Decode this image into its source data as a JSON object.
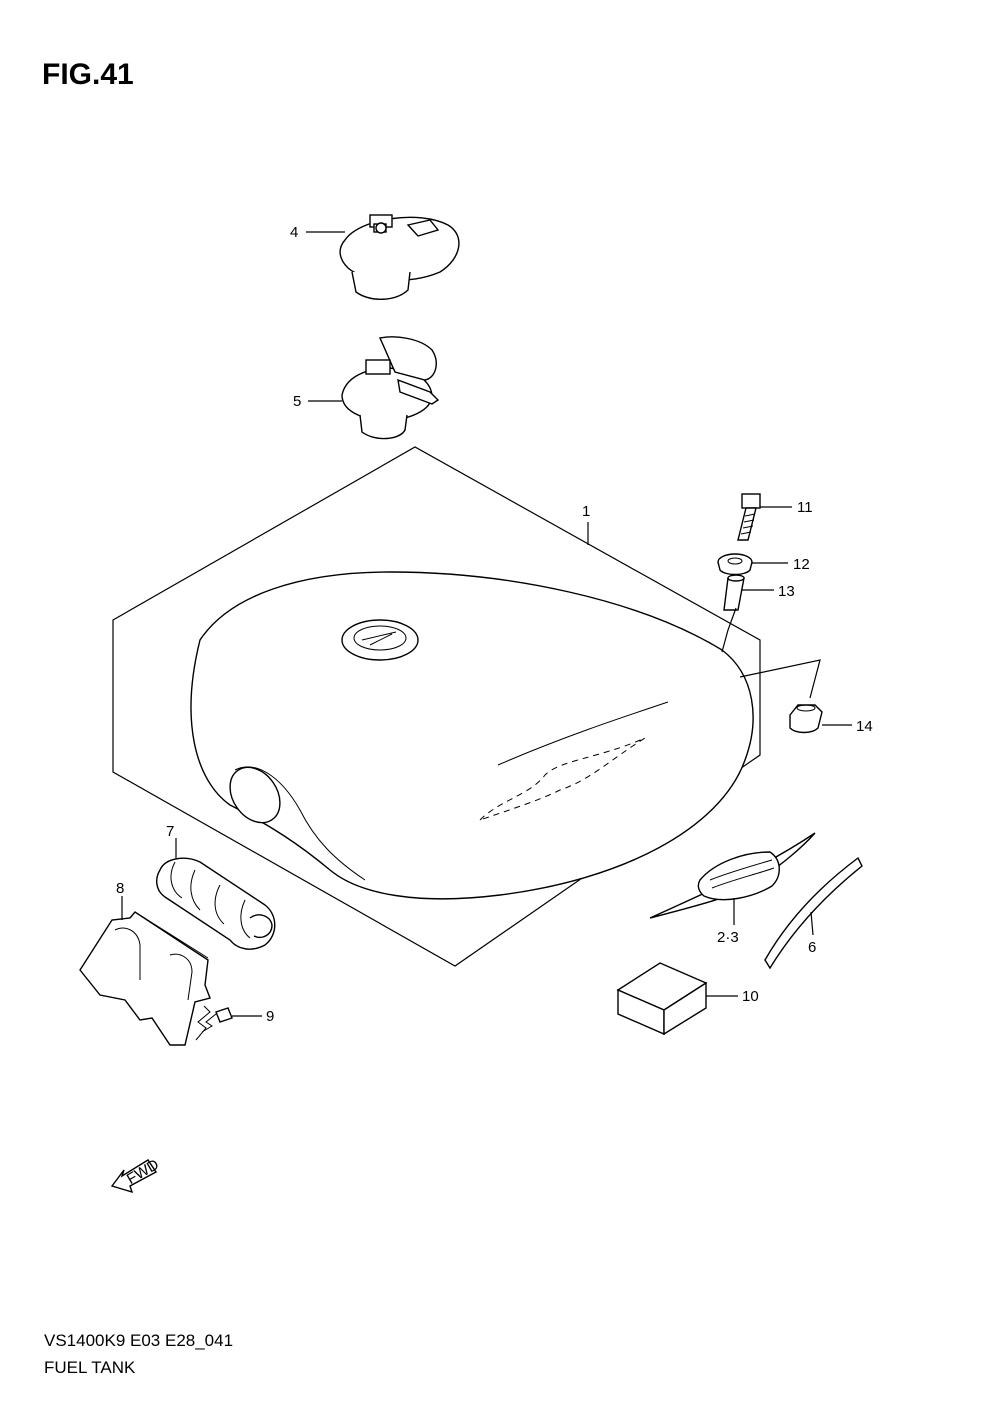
{
  "figure": {
    "title": "FIG.41",
    "model_code": "VS1400K9 E03 E28_041",
    "assembly_name": "FUEL TANK",
    "fwd_label": "FWD"
  },
  "callouts": {
    "c1": "1",
    "c2_3": "2·3",
    "c4": "4",
    "c5": "5",
    "c6": "6",
    "c7": "7",
    "c8": "8",
    "c9": "9",
    "c10": "10",
    "c11": "11",
    "c12": "12",
    "c13": "13",
    "c14": "14"
  },
  "icons": {
    "forward": "fwd-arrow-icon"
  }
}
